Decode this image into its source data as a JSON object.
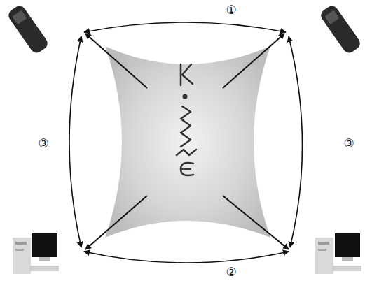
{
  "diagram": {
    "labels": [
      "①",
      "②",
      "③",
      "③"
    ]
  }
}
